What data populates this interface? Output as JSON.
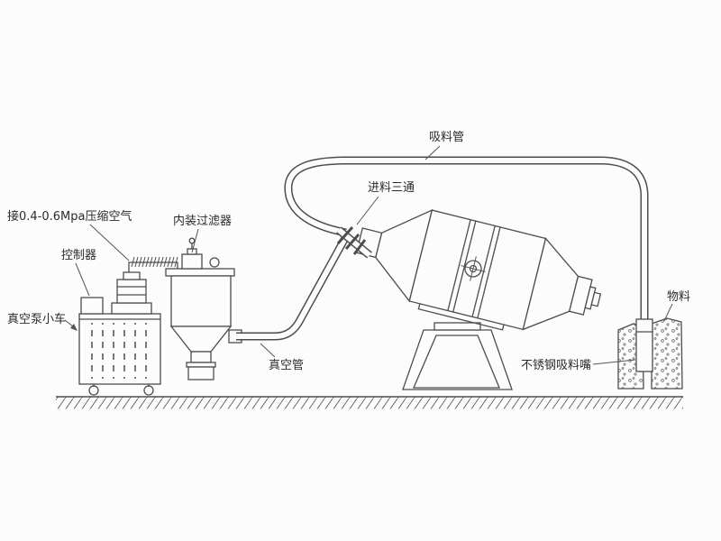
{
  "diagram": {
    "type": "vacuum-feeding-system-schematic",
    "labels": {
      "compressed_air": "接0.4-0.6Mpa压缩空气",
      "controller": "控制器",
      "vacuum_pump_cart": "真空泵小车",
      "built_in_filter": "内装过滤器",
      "vacuum_pipe": "真空管",
      "suction_pipe": "吸料管",
      "feed_tee": "进料三通",
      "stainless_steel_nozzle": "不锈钢吸料嘴",
      "material": "物料"
    },
    "colors": {
      "line": "#4d4d4d",
      "text": "#2b2b2b",
      "background": "#fcfcfc"
    }
  }
}
